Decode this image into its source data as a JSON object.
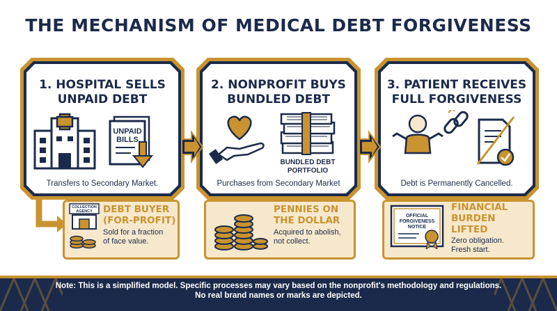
{
  "title": "THE MECHANISM OF MEDICAL DEBT FORGIVENESS",
  "steps": [
    {
      "title_line1": "1. HOSPITAL SELLS",
      "title_line2": "UNPAID DEBT",
      "icon_label_line1": "UNPAID",
      "icon_label_line2": "BILLS",
      "caption": "Transfers to Secondary Market.",
      "icons": [
        "hospital-icon",
        "unpaid-bills-icon",
        "arrow-down-icon"
      ]
    },
    {
      "title_line1": "2. NONPROFIT BUYS",
      "title_line2": "BUNDLED DEBT",
      "icon_label_line1": "BUNDLED DEBT",
      "icon_label_line2": "PORTFOLIO",
      "caption": "Purchases from Secondary Market",
      "icons": [
        "heart-in-hand-icon",
        "bundled-debt-icon"
      ]
    },
    {
      "title_line1": "3. PATIENT RECEIVES",
      "title_line2": "FULL FORGIVENESS",
      "caption": "Debt is Permanently Cancelled.",
      "icons": [
        "person-icon",
        "broken-chain-icon",
        "cancelled-document-icon"
      ]
    }
  ],
  "sub_panels": [
    {
      "badge_line1": "COLLECTION",
      "badge_line2": "AGENCY",
      "title_line1": "DEBT BUYER",
      "title_line2": "(FOR-PROFIT)",
      "text_line1": "Sold for a fraction",
      "text_line2": "of face value."
    },
    {
      "title_line1": "PENNIES ON",
      "title_line2": "THE DOLLAR",
      "text_line1": "Acquired to abolish,",
      "text_line2": "not collect."
    },
    {
      "badge_line1": "OFFICIAL",
      "badge_line2": "FORGIVENESS",
      "badge_line3": "NOTICE",
      "title_line1": "FINANCIAL",
      "title_line2": "BURDEN",
      "title_line3": "LIFTED",
      "text_line1": "Zero obligation.",
      "text_line2": "Fresh start."
    }
  ],
  "footer": {
    "line1": "Note: This is a simplified model. Specific processes may vary based on the nonprofit's methodology and regulations.",
    "line2": "No real brand names or marks are depicted."
  },
  "colors": {
    "navy": "#1b2a4a",
    "gold": "#c9932f",
    "cream": "#f6e8cc"
  }
}
